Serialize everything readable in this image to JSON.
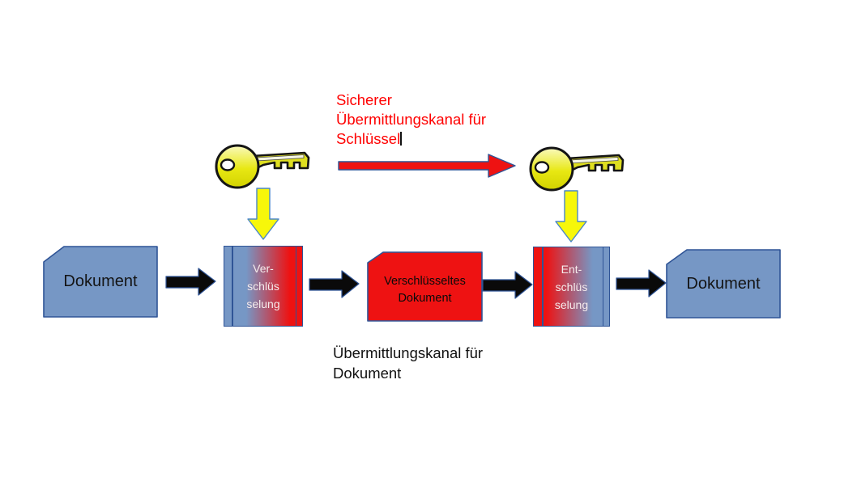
{
  "diagram": {
    "secure_channel": {
      "lines": [
        "Sicherer",
        "Übermittlungskanal für",
        "Schlüssel"
      ],
      "color": "#ff0000"
    },
    "document_channel": {
      "lines": [
        "Übermittlungskanal für",
        "Dokument"
      ],
      "color": "#111111"
    },
    "nodes": {
      "source_document": {
        "label": "Dokument"
      },
      "encryption": {
        "lines": [
          "Ver-",
          "schlüs",
          "selung"
        ]
      },
      "encrypted_document": {
        "lines": [
          "Verschlüsseltes",
          "Dokument"
        ]
      },
      "decryption": {
        "lines": [
          "Ent-",
          "schlüs",
          "selung"
        ]
      },
      "target_document": {
        "label": "Dokument"
      }
    },
    "icons": {
      "key_left": "key-icon",
      "key_right": "key-icon",
      "down_arrow_left": "down-arrow-icon",
      "down_arrow_right": "down-arrow-icon"
    },
    "colors": {
      "document_fill": "#7697c5",
      "shape_border": "#2f5496",
      "encrypted_fill": "#ee1212",
      "flow_arrow_fill": "#0a0a0a",
      "secure_arrow_fill": "#ee1212",
      "key_down_arrow_fill": "#f7f70a",
      "key_down_arrow_border": "#4a86c8",
      "key_yellow": "#e8e813"
    }
  }
}
